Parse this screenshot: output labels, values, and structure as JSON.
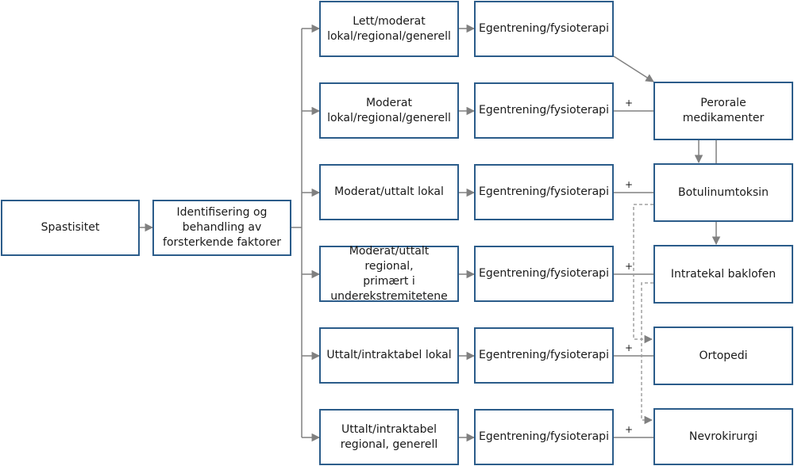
{
  "nodes": {
    "spastisitet": "Spastisitet",
    "identifisering": "Identifisering og\nbehandling av\nforsterkende faktorer",
    "severity": [
      "Lett/moderat\nlokal/regional/generell",
      "Moderat\nlokal/regional/generell",
      "Moderat/uttalt lokal",
      "Moderat/uttalt regional,\nprimært i\nunderekstremitetene",
      "Uttalt/intraktabel lokal",
      "Uttalt/intraktabel\nregional, generell"
    ],
    "therapy": "Egentrening/fysioterapi",
    "treatments": [
      "Perorale medikamenter",
      "Botulinumtoksin",
      "Intratekal baklofen",
      "Ortopedi",
      "Nevrokirurgi"
    ]
  },
  "plus_sign": "+",
  "colors": {
    "box_border": "#2b5c8a",
    "arrow": "#808080",
    "dashed": "#a0a0a0"
  }
}
